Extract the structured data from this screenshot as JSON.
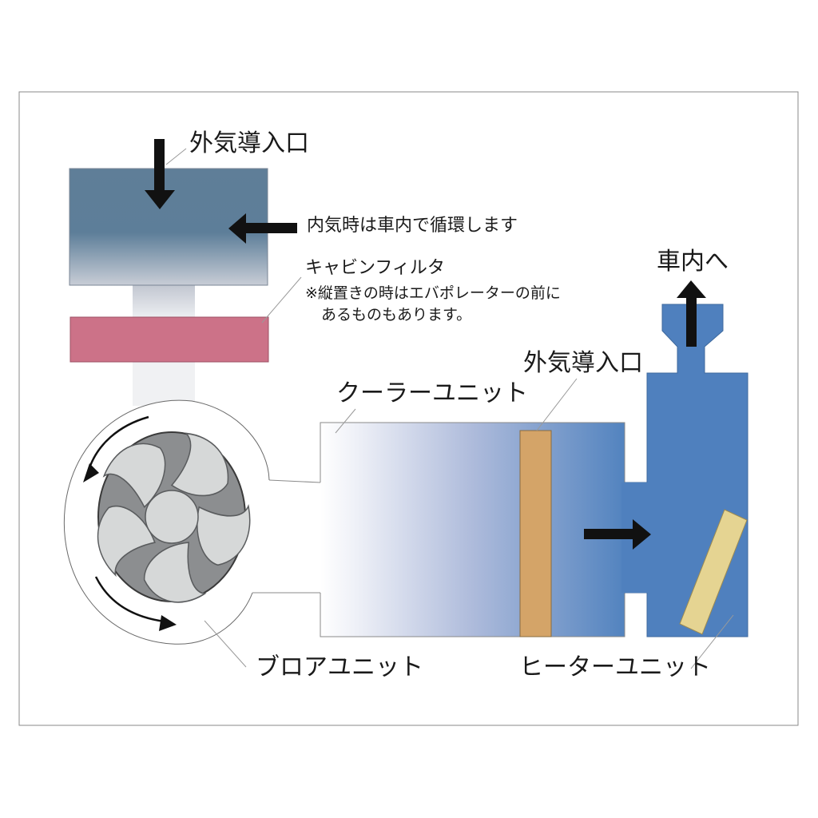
{
  "labels": {
    "outside_air_inlet_top": "外気導入口",
    "recirculation_note": "内気時は車内で循環します",
    "cabin_filter": "キャビンフィルタ",
    "cabin_filter_note_line1": "※縦置きの時はエバポレーターの前に",
    "cabin_filter_note_line2": "あるものもあります。",
    "to_cabin": "車内へ",
    "outside_air_inlet_mid": "外気導入口",
    "cooler_unit": "クーラーユニット",
    "blower_unit": "ブロアユニット",
    "heater_unit": "ヒーターユニット"
  },
  "colors": {
    "intake_box_top": "#5a7d98",
    "intake_box_bottom": "#c9ced8",
    "cabin_filter": "#cc7288",
    "cooler_gradient_start": "#ffffff",
    "cooler_gradient_end": "#4f7fbe",
    "heater_unit": "#4f80be",
    "evaporator": "#d4a468",
    "heater_core": "#e5d492",
    "fan_housing": "#8c8e90",
    "fan_blade": "#d6d8d8",
    "arrow": "#111111",
    "frame_border": "#8a8a8a"
  },
  "icons": {
    "fan": "fan-icon",
    "airflow_arrow": "arrow-icon",
    "rotation_arrow": "curved-arrow-icon"
  }
}
